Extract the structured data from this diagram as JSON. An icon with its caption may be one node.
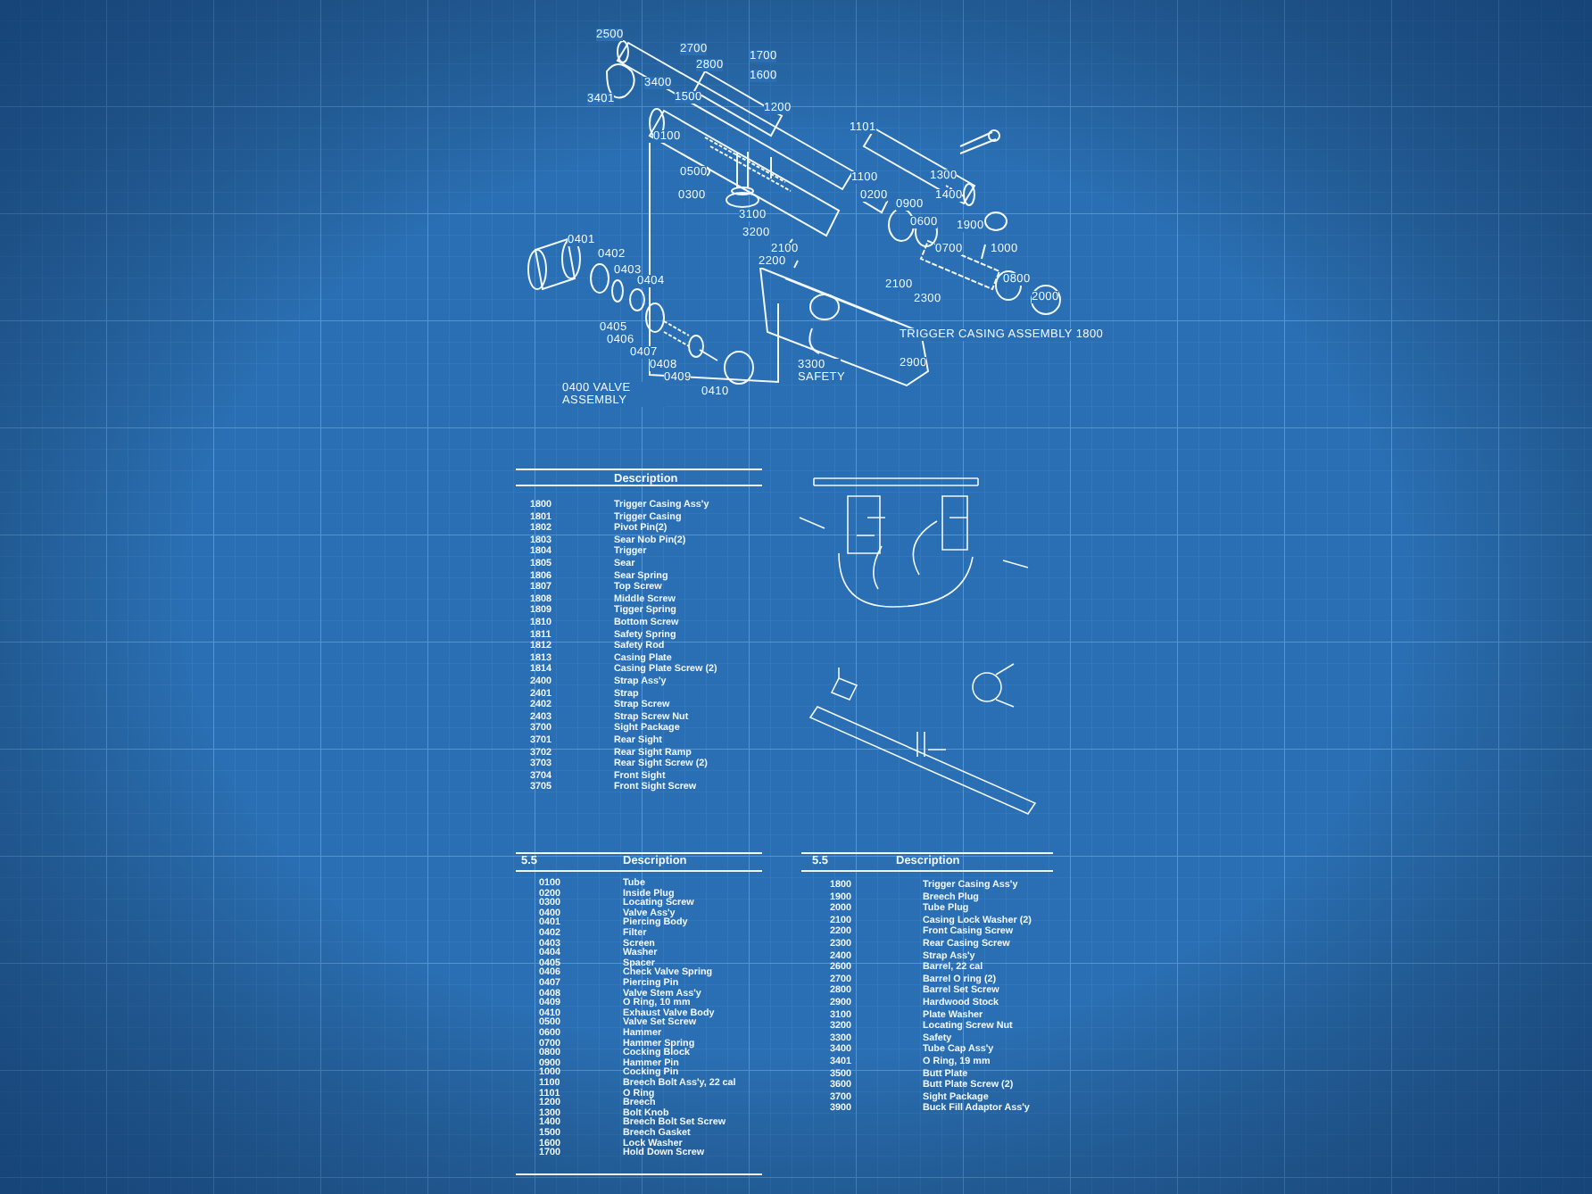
{
  "diagram": {
    "labels": [
      "2500",
      "2700",
      "1700",
      "2800",
      "1600",
      "3400",
      "3401",
      "1500",
      "1200",
      "1101",
      "0100",
      "0500",
      "1100",
      "1300",
      "0300",
      "0200",
      "1400",
      "0900",
      "3100",
      "0600",
      "1900",
      "3200",
      "0401",
      "2100",
      "0700",
      "1000",
      "0402",
      "2200",
      "0403",
      "0800",
      "0404",
      "2100",
      "2300",
      "2000",
      "0405",
      "TRIGGER CASING ASSEMBLY 1800",
      "0406",
      "0407",
      "2900",
      "3300 SAFETY",
      "0408",
      "0409",
      "0400 VALVE ASSEMBLY",
      "0410",
      "Description",
      "1800",
      "Trigger Casing Ass'y",
      "1801",
      "Trigger Casing",
      "1802",
      "Pivot Pin(2)",
      "1803",
      "Sear Nob Pin(2)",
      "1804",
      "Trigger",
      "1805",
      "Sear",
      "1806",
      "Sear Spring",
      "1807",
      "Top Screw",
      "1808",
      "Middle Screw",
      "1809",
      "Tigger Spring",
      "1810",
      "Bottom Screw",
      "1811",
      "Safety Spring",
      "1812",
      "Safety Rod",
      "1813",
      "Casing Plate",
      "1814",
      "Casing Plate Screw (2)",
      "2400",
      "Strap Ass'y",
      "2401",
      "Strap",
      "2402",
      "Strap Screw",
      "2403",
      "Strap Screw Nut",
      "3700",
      "Sight Package",
      "3701",
      "Rear Sight",
      "3702",
      "Rear Sight Ramp",
      "3703",
      "Rear Sight Screw (2)",
      "3704",
      "Front Sight",
      "3705",
      "Front Sight Screw",
      "5.5",
      "Description",
      "0100",
      "Tube",
      "0200",
      "Inside Plug",
      "0300",
      "Locating Screw",
      "0400",
      "Valve Ass'y",
      "0401",
      "Piercing Body",
      "0402",
      "Filter",
      "0403",
      "Screen",
      "0404",
      "Washer",
      "0405",
      "Spacer",
      "0406",
      "Check Valve Spring",
      "0407",
      "Piercing Pin",
      "0408",
      "Valve Stem Ass'y",
      "0409",
      "O Ring, 10 mm",
      "0410",
      "Exhaust Valve Body",
      "0500",
      "Valve Set Screw",
      "0600",
      "Hammer",
      "0700",
      "Hammer Spring",
      "0800",
      "Cocking Block",
      "0900",
      "Hammer Pin",
      "1000",
      "Cocking Pin",
      "1100",
      "Breech Bolt Ass'y, 22 cal",
      "1101",
      "O Ring",
      "1200",
      "Breech",
      "1300",
      "Bolt Knob",
      "1400",
      "Breech Bolt Set Screw",
      "1500",
      "Breech Gasket",
      "1600",
      "Lock Washer",
      "1700",
      "Hold Down Screw",
      "5.5",
      "Description",
      "1800",
      "Trigger Casing Ass'y",
      "1900",
      "Breech Plug",
      "2000",
      "Tube Plug",
      "2100",
      "Casing Lock Washer (2)",
      "2200",
      "Front Casing Screw",
      "2300",
      "Rear Casing Screw",
      "2400",
      "Strap Ass'y",
      "2600",
      "Barrel, 22 cal",
      "2700",
      "Barrel O ring (2)",
      "2800",
      "Barrel Set Screw",
      "2900",
      "Hardwood Stock",
      "3100",
      "Plate Washer",
      "3200",
      "Locating Screw Nut",
      "3300",
      "Safety",
      "3400",
      "Tube Cap Ass'y",
      "3401",
      "O Ring, 19 mm",
      "3500",
      "Butt Plate",
      "3600",
      "Butt Plate Screw (2)",
      "3700",
      "Sight Package",
      "3900",
      "Buck Fill Adaptor Ass'y"
    ]
  }
}
